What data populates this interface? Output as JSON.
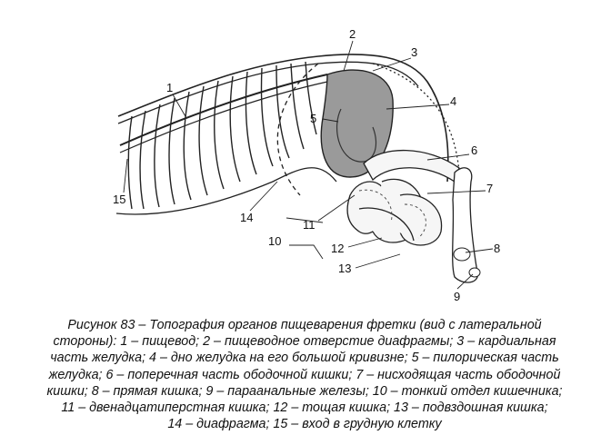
{
  "figure": {
    "labels": [
      "1",
      "2",
      "3",
      "4",
      "5",
      "6",
      "7",
      "8",
      "9",
      "10",
      "11",
      "12",
      "13",
      "14",
      "15"
    ]
  },
  "caption": {
    "lines": [
      "Рисунок 83 – Топография органов пищеварения фретки (вид с латеральной",
      "стороны): 1 – пищевод; 2 – пищеводное отверстие диафрагмы; 3 – кардиальная",
      "часть желудка; 4 – дно желудка на его большой кривизне; 5 – пилорическая часть",
      "желудка; 6 – поперечная часть ободочной кишки; 7 – нисходящая часть ободочной",
      "кишки; 8 – прямая кишка; 9 – параанальные железы; 10 – тонкий отдел кишечника;",
      "11 – двенадцатиперстная кишка; 12 – тощая кишка; 13 – подвздошная кишка;",
      "14 – диафрагма; 15 – вход  в грудную клетку"
    ]
  }
}
